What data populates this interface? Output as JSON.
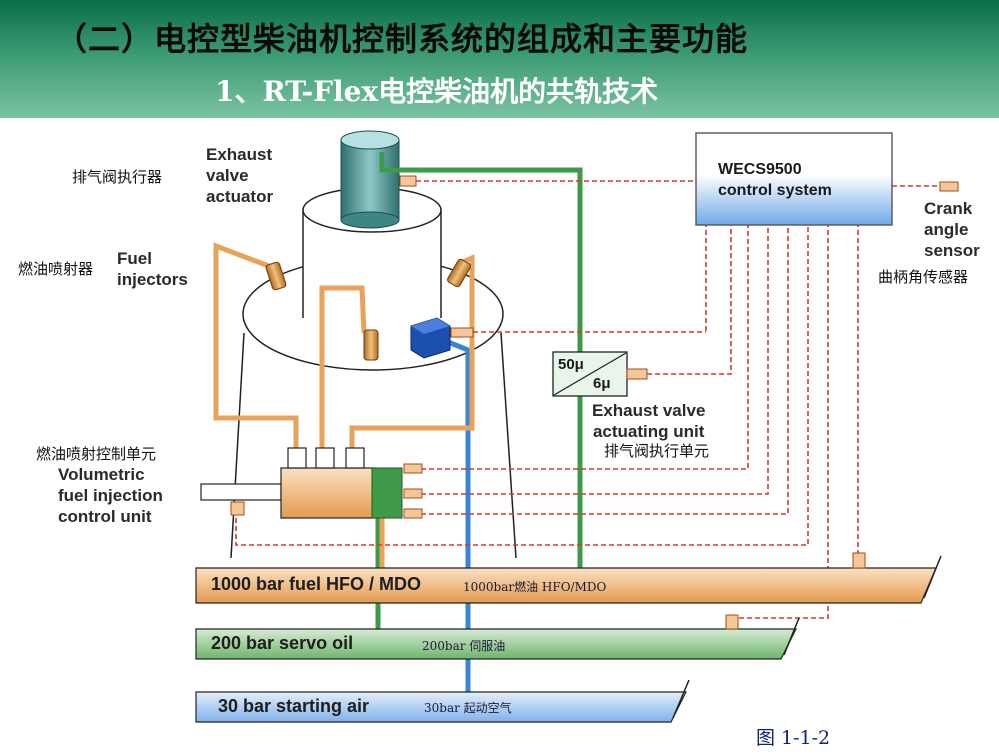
{
  "header": {
    "title": "（二）电控型柴油机控制系统的组成和主要功能",
    "subtitle": "1、RT-Flex电控柴油机的共轨技术"
  },
  "labels": {
    "exhaust_valve_actuator_en": "Exhaust\nvalve\nactuator",
    "exhaust_valve_actuator_cn": "排气阀执行器",
    "fuel_injectors_en": "Fuel\ninjectors",
    "fuel_injectors_cn": "燃油喷射器",
    "wecs_box": "WECS9500\ncontrol system",
    "crank_sensor_en": "Crank\nangle\nsensor",
    "crank_sensor_cn": "曲柄角传感器",
    "valve_unit_top": "50μ",
    "valve_unit_bottom": "6μ",
    "exhaust_unit_en": "Exhaust valve\nactuating unit",
    "exhaust_unit_cn": "排气阀执行单元",
    "injection_unit_cn": "燃油喷射控制单元",
    "injection_unit_en": "Volumetric\nfuel injection\ncontrol unit"
  },
  "rails": {
    "fuel_en": "1000 bar fuel HFO / MDO",
    "fuel_cn": "1000bar燃油 HFO/MDO",
    "servo_en": "200 bar servo oil",
    "servo_cn": "200bar 伺服油",
    "air_en": "30 bar starting air",
    "air_cn": "30bar 起动空气"
  },
  "figure_number": "图 1-1-2",
  "colors": {
    "header_dark": "#0b6e4a",
    "header_light": "#7cc3a3",
    "fuel_line": "#e8a35a",
    "servo_line": "#3d9a4a",
    "air_line": "#3a84d6",
    "signal_line": "#d23a2a",
    "figure_number": "#13237a"
  }
}
